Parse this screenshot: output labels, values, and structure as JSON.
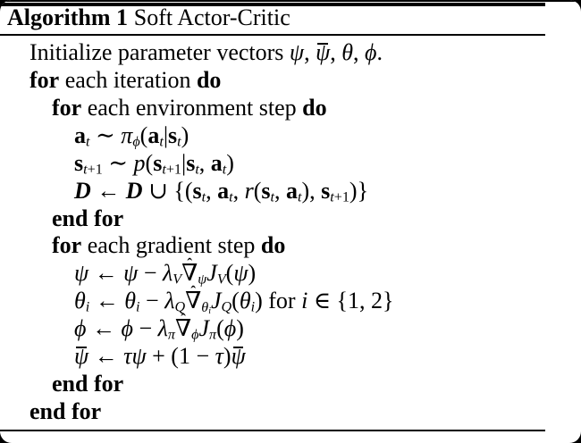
{
  "colors": {
    "ink": "#000000",
    "paper": "#ffffff",
    "outside_background": "#000000"
  },
  "header": {
    "label": "Algorithm 1",
    "title": "Soft Actor-Critic"
  },
  "algorithm": {
    "lines": [
      {
        "indent": 0,
        "tokens": [
          {
            "c": "rm",
            "s": "Initialize parameter vectors "
          },
          {
            "c": "it",
            "s": "ψ"
          },
          {
            "c": "rm",
            "s": ", "
          },
          {
            "c": "it",
            "s": "ψ",
            "bar": true
          },
          {
            "c": "rm",
            "s": ", "
          },
          {
            "c": "it",
            "s": "θ"
          },
          {
            "c": "rm",
            "s": ", "
          },
          {
            "c": "it",
            "s": "ϕ"
          },
          {
            "c": "rm",
            "s": "."
          }
        ]
      },
      {
        "indent": 0,
        "tokens": [
          {
            "c": "kw",
            "s": "for"
          },
          {
            "c": "rm",
            "s": " each iteration "
          },
          {
            "c": "kw",
            "s": "do"
          }
        ]
      },
      {
        "indent": 1,
        "tokens": [
          {
            "c": "kw",
            "s": "for"
          },
          {
            "c": "rm",
            "s": " each environment step "
          },
          {
            "c": "kw",
            "s": "do"
          }
        ]
      },
      {
        "indent": 2,
        "tokens": [
          {
            "c": "bf",
            "s": "a",
            "sub": [
              {
                "c": "it",
                "s": "t"
              }
            ]
          },
          {
            "c": "rm",
            "s": " ∼ "
          },
          {
            "c": "it",
            "s": "π",
            "sub": [
              {
                "c": "it",
                "s": "ϕ"
              }
            ]
          },
          {
            "c": "rm",
            "s": "("
          },
          {
            "c": "bf",
            "s": "a",
            "sub": [
              {
                "c": "it",
                "s": "t"
              }
            ]
          },
          {
            "c": "rm",
            "s": "|"
          },
          {
            "c": "bf",
            "s": "s",
            "sub": [
              {
                "c": "it",
                "s": "t"
              }
            ]
          },
          {
            "c": "rm",
            "s": ")"
          }
        ]
      },
      {
        "indent": 2,
        "tokens": [
          {
            "c": "bf",
            "s": "s",
            "sub": [
              {
                "c": "it",
                "s": "t"
              },
              {
                "c": "rm",
                "s": "+1"
              }
            ]
          },
          {
            "c": "rm",
            "s": " ∼ "
          },
          {
            "c": "it",
            "s": "p"
          },
          {
            "c": "rm",
            "s": "("
          },
          {
            "c": "bf",
            "s": "s",
            "sub": [
              {
                "c": "it",
                "s": "t"
              },
              {
                "c": "rm",
                "s": "+1"
              }
            ]
          },
          {
            "c": "rm",
            "s": "|"
          },
          {
            "c": "bf",
            "s": "s",
            "sub": [
              {
                "c": "it",
                "s": "t"
              }
            ]
          },
          {
            "c": "rm",
            "s": ", "
          },
          {
            "c": "bf",
            "s": "a",
            "sub": [
              {
                "c": "it",
                "s": "t"
              }
            ]
          },
          {
            "c": "rm",
            "s": ")"
          }
        ]
      },
      {
        "indent": 2,
        "tokens": [
          {
            "c": "cal",
            "s": "D"
          },
          {
            "c": "rm",
            "s": " ← "
          },
          {
            "c": "cal",
            "s": "D"
          },
          {
            "c": "rm",
            "s": " ∪ {("
          },
          {
            "c": "bf",
            "s": "s",
            "sub": [
              {
                "c": "it",
                "s": "t"
              }
            ]
          },
          {
            "c": "rm",
            "s": ", "
          },
          {
            "c": "bf",
            "s": "a",
            "sub": [
              {
                "c": "it",
                "s": "t"
              }
            ]
          },
          {
            "c": "rm",
            "s": ", "
          },
          {
            "c": "it",
            "s": "r"
          },
          {
            "c": "rm",
            "s": "("
          },
          {
            "c": "bf",
            "s": "s",
            "sub": [
              {
                "c": "it",
                "s": "t"
              }
            ]
          },
          {
            "c": "rm",
            "s": ", "
          },
          {
            "c": "bf",
            "s": "a",
            "sub": [
              {
                "c": "it",
                "s": "t"
              }
            ]
          },
          {
            "c": "rm",
            "s": "), "
          },
          {
            "c": "bf",
            "s": "s",
            "sub": [
              {
                "c": "it",
                "s": "t"
              },
              {
                "c": "rm",
                "s": "+1"
              }
            ]
          },
          {
            "c": "rm",
            "s": ")}"
          }
        ]
      },
      {
        "indent": 1,
        "tokens": [
          {
            "c": "kw",
            "s": "end for"
          }
        ]
      },
      {
        "indent": 1,
        "tokens": [
          {
            "c": "kw",
            "s": "for"
          },
          {
            "c": "rm",
            "s": " each gradient step "
          },
          {
            "c": "kw",
            "s": "do"
          }
        ]
      },
      {
        "indent": 2,
        "tokens": [
          {
            "c": "it",
            "s": "ψ"
          },
          {
            "c": "rm",
            "s": " ← "
          },
          {
            "c": "it",
            "s": "ψ"
          },
          {
            "c": "rm",
            "s": " − "
          },
          {
            "c": "it",
            "s": "λ",
            "sub": [
              {
                "c": "it",
                "s": "V"
              }
            ]
          },
          {
            "c": "rm",
            "s": "∇",
            "hat": true,
            "sub": [
              {
                "c": "it",
                "s": "ψ"
              }
            ]
          },
          {
            "c": "it",
            "s": "J",
            "sub": [
              {
                "c": "it",
                "s": "V"
              }
            ]
          },
          {
            "c": "rm",
            "s": "("
          },
          {
            "c": "it",
            "s": "ψ"
          },
          {
            "c": "rm",
            "s": ")"
          }
        ]
      },
      {
        "indent": 2,
        "tokens": [
          {
            "c": "it",
            "s": "θ",
            "sub": [
              {
                "c": "it",
                "s": "i"
              }
            ]
          },
          {
            "c": "rm",
            "s": " ← "
          },
          {
            "c": "it",
            "s": "θ",
            "sub": [
              {
                "c": "it",
                "s": "i"
              }
            ]
          },
          {
            "c": "rm",
            "s": " − "
          },
          {
            "c": "it",
            "s": "λ",
            "sub": [
              {
                "c": "it",
                "s": "Q"
              }
            ]
          },
          {
            "c": "rm",
            "s": "∇",
            "hat": true,
            "sub": [
              {
                "c": "it",
                "s": "θ",
                "sub": [
                  {
                    "c": "it",
                    "s": "i"
                  }
                ]
              }
            ]
          },
          {
            "c": "it",
            "s": "J",
            "sub": [
              {
                "c": "it",
                "s": "Q"
              }
            ]
          },
          {
            "c": "rm",
            "s": "("
          },
          {
            "c": "it",
            "s": "θ",
            "sub": [
              {
                "c": "it",
                "s": "i"
              }
            ]
          },
          {
            "c": "rm",
            "s": ") for "
          },
          {
            "c": "it",
            "s": "i"
          },
          {
            "c": "rm",
            "s": " ∈ {1, 2}"
          }
        ]
      },
      {
        "indent": 2,
        "tokens": [
          {
            "c": "it",
            "s": "ϕ"
          },
          {
            "c": "rm",
            "s": " ← "
          },
          {
            "c": "it",
            "s": "ϕ"
          },
          {
            "c": "rm",
            "s": " − "
          },
          {
            "c": "it",
            "s": "λ",
            "sub": [
              {
                "c": "it",
                "s": "π"
              }
            ]
          },
          {
            "c": "rm",
            "s": "∇",
            "hat": true,
            "sub": [
              {
                "c": "it",
                "s": "ϕ"
              }
            ]
          },
          {
            "c": "it",
            "s": "J",
            "sub": [
              {
                "c": "it",
                "s": "π"
              }
            ]
          },
          {
            "c": "rm",
            "s": "("
          },
          {
            "c": "it",
            "s": "ϕ"
          },
          {
            "c": "rm",
            "s": ")"
          }
        ]
      },
      {
        "indent": 2,
        "tokens": [
          {
            "c": "it",
            "s": "ψ",
            "bar": true
          },
          {
            "c": "rm",
            "s": " ← "
          },
          {
            "c": "it",
            "s": "τψ"
          },
          {
            "c": "rm",
            "s": " + (1 − "
          },
          {
            "c": "it",
            "s": "τ"
          },
          {
            "c": "rm",
            "s": ")"
          },
          {
            "c": "it",
            "s": "ψ",
            "bar": true
          }
        ]
      },
      {
        "indent": 1,
        "tokens": [
          {
            "c": "kw",
            "s": "end for"
          }
        ]
      },
      {
        "indent": 0,
        "tokens": [
          {
            "c": "kw",
            "s": "end for"
          }
        ]
      }
    ]
  }
}
